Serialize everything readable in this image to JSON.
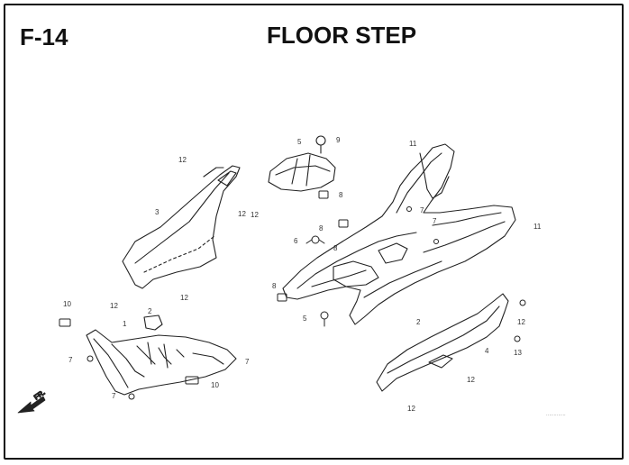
{
  "header": {
    "code": "F-14",
    "title": "FLOOR STEP"
  },
  "callouts": [
    "12",
    "3",
    "12",
    "12",
    "12",
    "10",
    "1",
    "2",
    "7",
    "7",
    "7",
    "10",
    "5",
    "9",
    "8",
    "8",
    "6",
    "8",
    "8",
    "5",
    "11",
    "7",
    "7",
    "11",
    "2",
    "12",
    "12",
    "13",
    "4",
    "12",
    "12"
  ],
  "front_marker": "FR.",
  "ref_code": "·············"
}
